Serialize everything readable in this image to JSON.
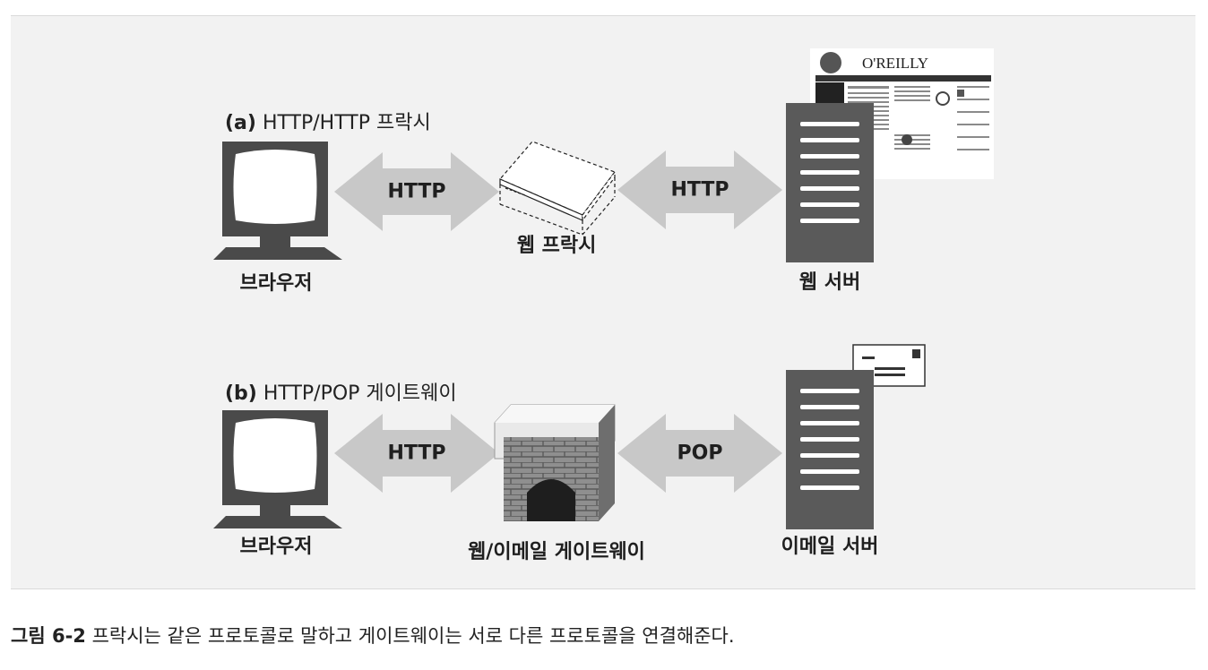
{
  "scenario_a": {
    "tag": "(a)",
    "title": "HTTP/HTTP 프락시",
    "client_label": "브라우저",
    "middle_label": "웹 프락시",
    "server_label": "웹 서버",
    "left_protocol": "HTTP",
    "right_protocol": "HTTP",
    "screenshot_logo": "O'REILLY"
  },
  "scenario_b": {
    "tag": "(b)",
    "title": "HTTP/POP 게이트웨이",
    "client_label": "브라우저",
    "middle_label": "웹/이메일 게이트웨이",
    "server_label": "이메일 서버",
    "left_protocol": "HTTP",
    "right_protocol": "POP"
  },
  "caption": {
    "number": "그림 6-2",
    "text": "프락시는 같은 프로토콜로 말하고 게이트웨이는 서로 다른 프로토콜을 연결해준다."
  }
}
